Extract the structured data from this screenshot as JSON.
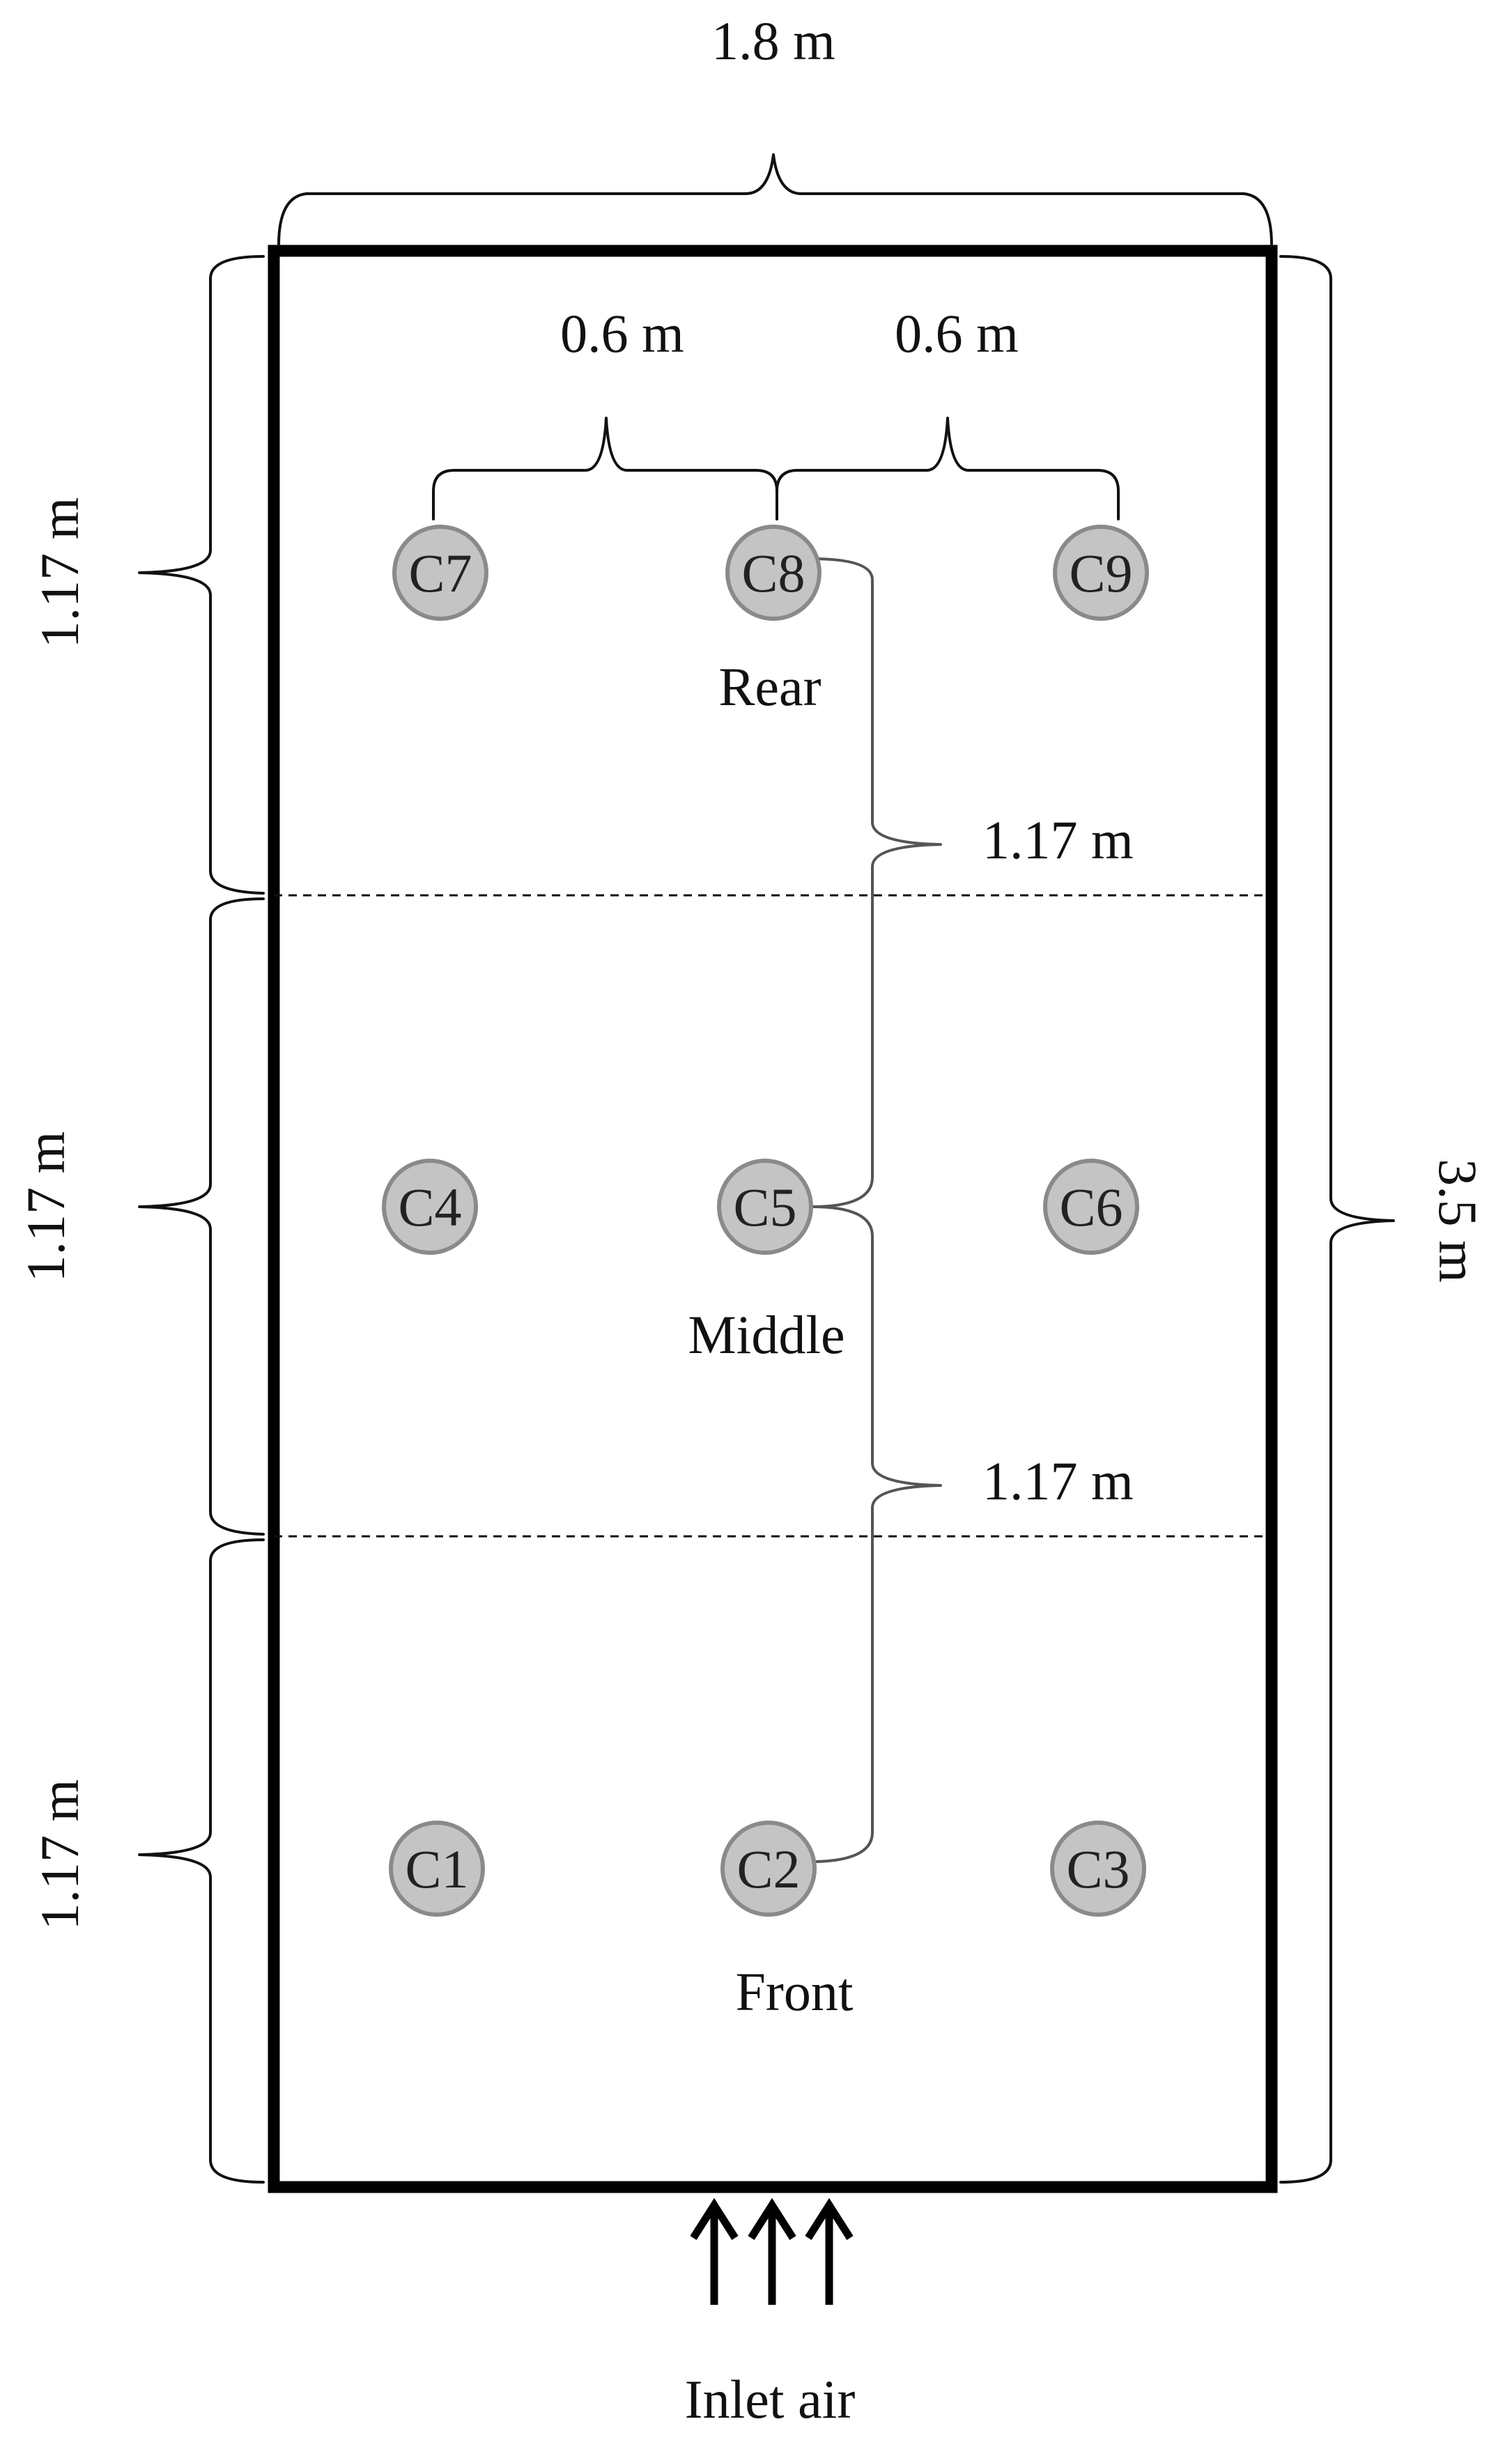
{
  "dimensions": {
    "width_label": "1.8 m",
    "spacing_left_label": "0.6 m",
    "spacing_right_label": "0.6 m",
    "rear_zone_label": "1.17 m",
    "middle_zone_label": "1.17 m",
    "front_zone_label": "1.17 m",
    "length_label": "3.5 m",
    "rear_to_middle_label": "1.17 m",
    "middle_to_front_label": "1.17 m"
  },
  "zones": {
    "rear": "Rear",
    "middle": "Middle",
    "front": "Front"
  },
  "sensors": [
    {
      "id": "C7",
      "label": "C7"
    },
    {
      "id": "C8",
      "label": "C8"
    },
    {
      "id": "C9",
      "label": "C9"
    },
    {
      "id": "C4",
      "label": "C4"
    },
    {
      "id": "C5",
      "label": "C5"
    },
    {
      "id": "C6",
      "label": "C6"
    },
    {
      "id": "C1",
      "label": "C1"
    },
    {
      "id": "C2",
      "label": "C2"
    },
    {
      "id": "C3",
      "label": "C3"
    }
  ],
  "inlet": {
    "label": "Inlet air",
    "arrow_count": 3
  },
  "colors": {
    "sensor_fill": "#c4c4c4",
    "sensor_stroke": "#8a8a8a",
    "outline": "#000000",
    "inner_brace": "#555555"
  }
}
